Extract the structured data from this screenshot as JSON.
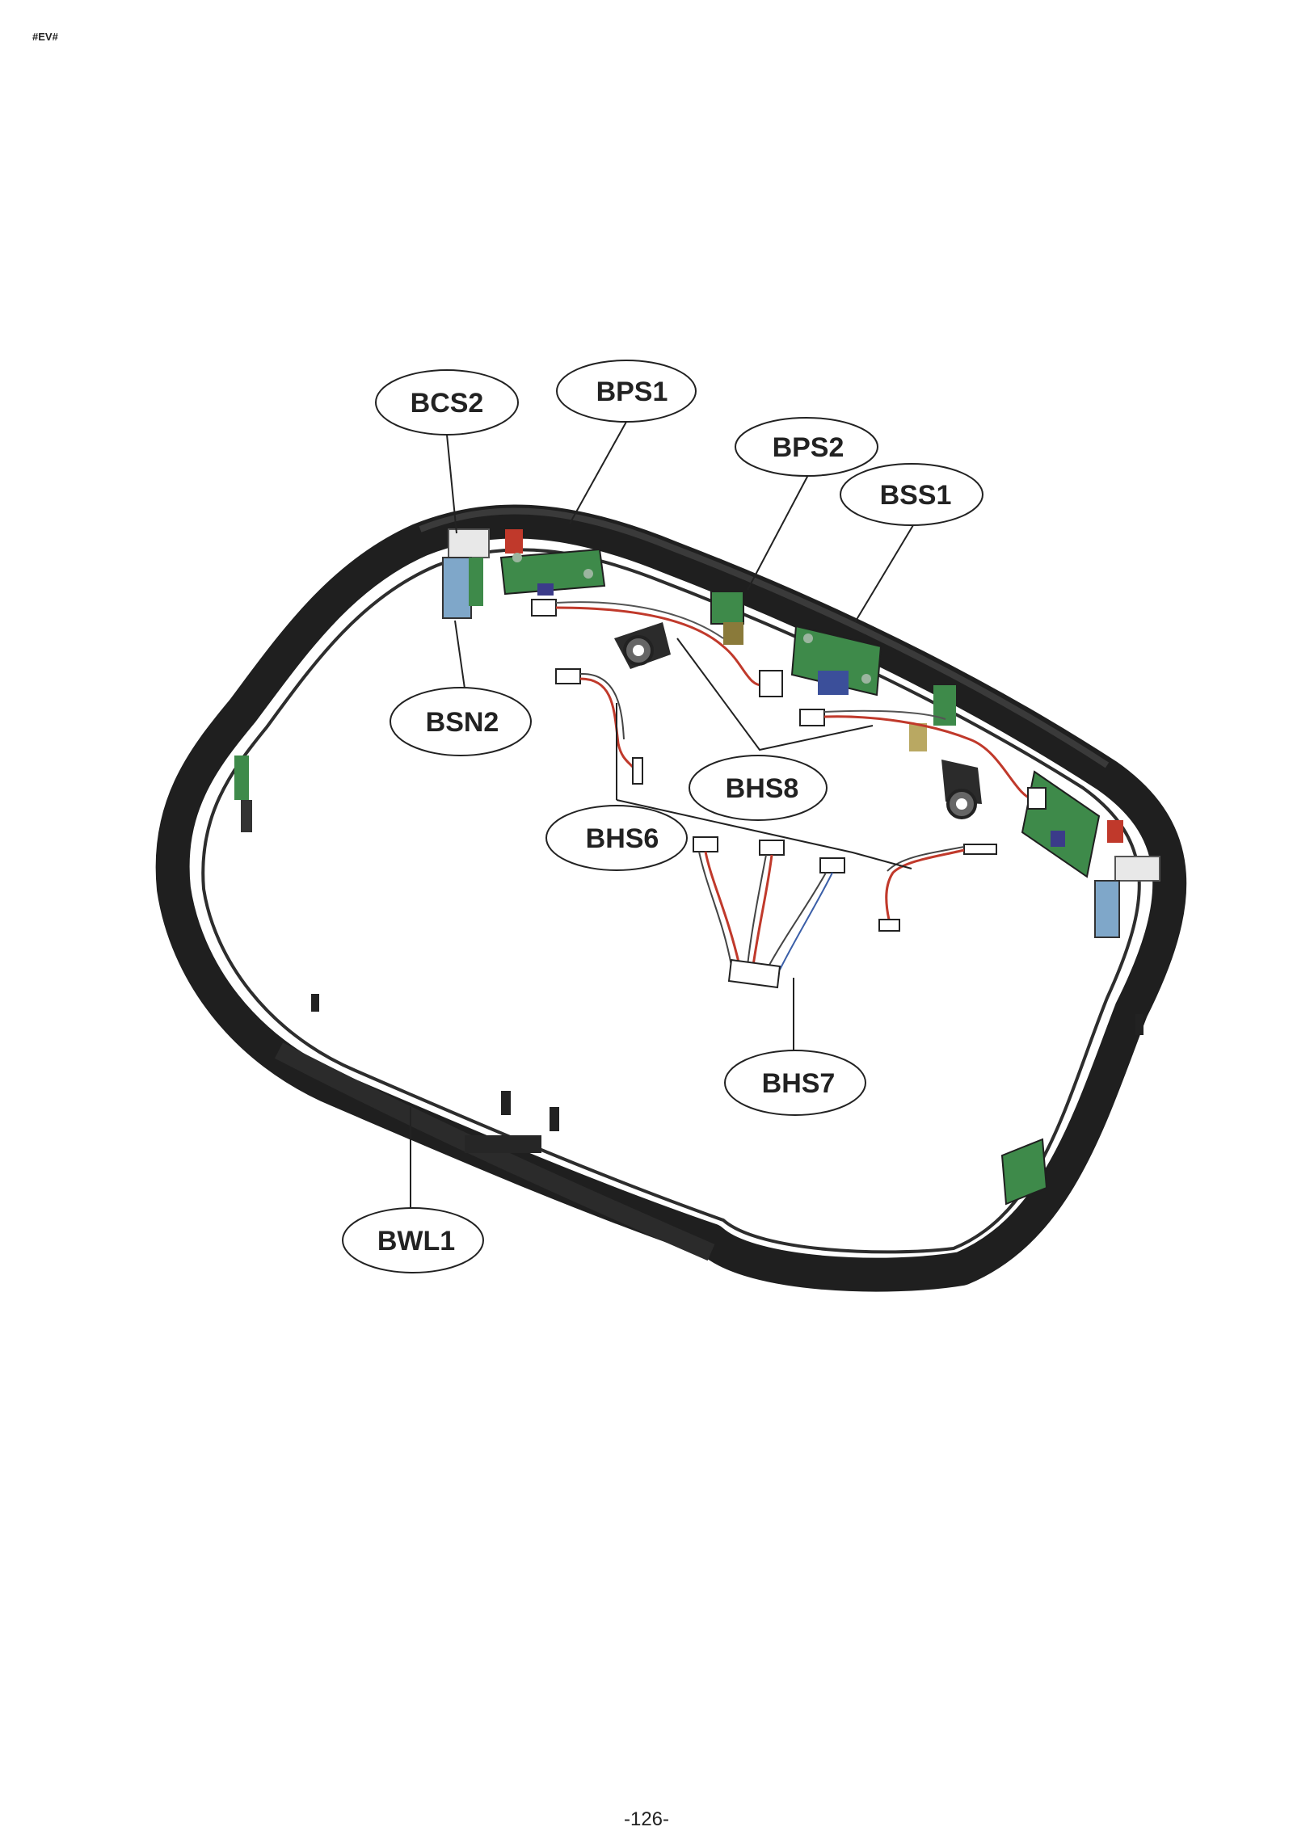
{
  "header": {
    "tag": "#EV#"
  },
  "callouts": {
    "bcs2": "BCS2",
    "bps1": "BPS1",
    "bps2": "BPS2",
    "bss1": "BSS1",
    "bsn2": "BSN2",
    "bhs8": "BHS8",
    "bhs6": "BHS6",
    "bhs7": "BHS7",
    "bwl1": "BWL1"
  },
  "colors": {
    "frame": "#1f1f1f",
    "frame_highlight": "#3a3a3a",
    "pcb": "#3e8a4a",
    "wire_red": "#c0392b",
    "wire_blue": "#3b5fa8"
  },
  "footer": {
    "page_number": "-126-"
  }
}
